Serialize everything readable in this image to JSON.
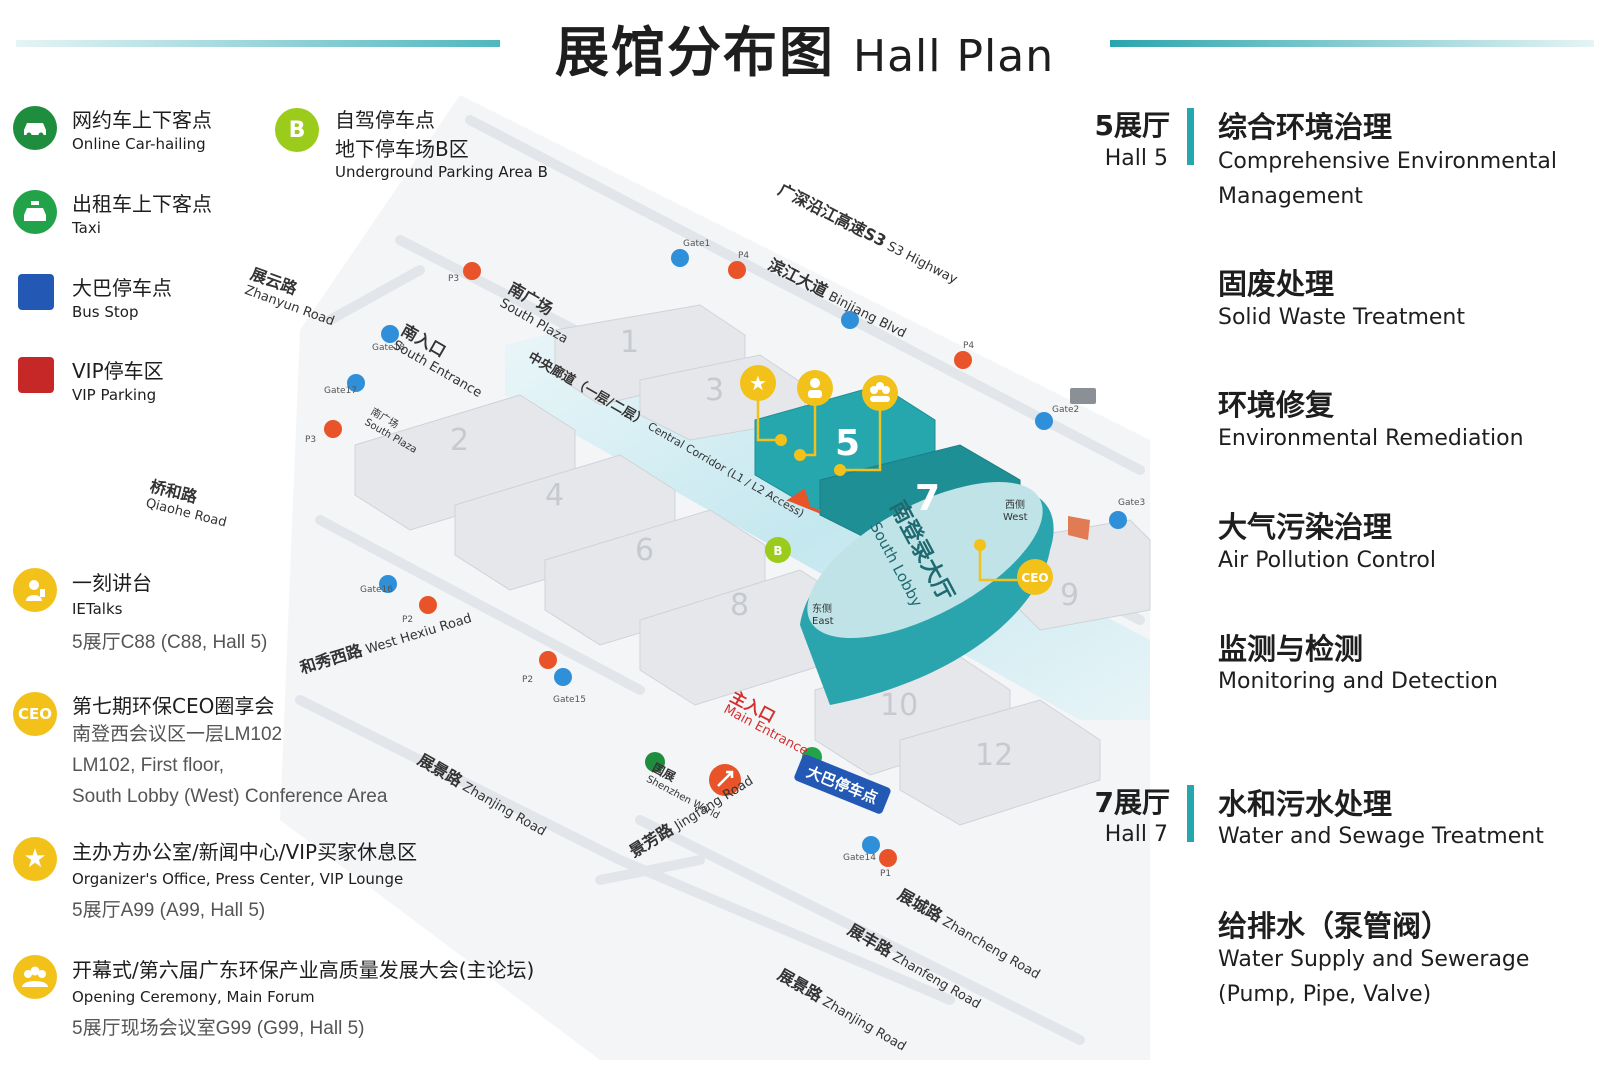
{
  "title": {
    "cn": "展馆分布图",
    "en": "Hall Plan"
  },
  "colors": {
    "teal": "#26a6ad",
    "dark_teal": "#1f8f96",
    "green": "#1e8e3e",
    "taxi_green": "#22a34a",
    "bus_blue": "#2458b5",
    "vip_red": "#c62828",
    "yellow": "#f2c21b",
    "lime": "#9bcc1b",
    "orange": "#e8532a"
  },
  "legend": [
    {
      "cn": "网约车上下客点",
      "en": "Online Car-hailing",
      "icon": "car-icon"
    },
    {
      "cn": "出租车上下客点",
      "en": "Taxi",
      "icon": "taxi-icon"
    },
    {
      "cn": "大巴停车点",
      "en": "Bus Stop",
      "icon": "bus-stop-square"
    },
    {
      "cn": "VIP停车区",
      "en": "VIP Parking",
      "icon": "vip-parking-square"
    }
  ],
  "parking_b": {
    "cn1": "自驾停车点",
    "cn2": "地下停车场B区",
    "en": "Underground Parking Area B",
    "glyph": "B"
  },
  "venues": [
    {
      "cn": "一刻讲台",
      "en": "IETalks",
      "loc": [
        "5展厅C88 (C88, Hall 5)"
      ],
      "icon": "speaker-icon"
    },
    {
      "cn": "第七期环保CEO圈享会",
      "en": "",
      "loc": [
        "南登西会议区一层LM102",
        "LM102, First floor,",
        "South Lobby (West) Conference Area"
      ],
      "icon": "ceo-icon",
      "glyph": "CEO"
    },
    {
      "cn": "主办方办公室/新闻中心/VIP买家休息区",
      "en": "Organizer's Office, Press Center, VIP Lounge",
      "loc": [
        "5展厅A99 (A99, Hall 5)"
      ],
      "icon": "star-icon"
    },
    {
      "cn": "开幕式/第六届广东环保产业高质量发展大会(主论坛)",
      "en": "Opening Ceremony, Main Forum",
      "loc": [
        "5展厅现场会议室G99 (G99, Hall 5)"
      ],
      "icon": "group-icon"
    }
  ],
  "halls": [
    {
      "cn": "5展厅",
      "en": "Hall 5"
    },
    {
      "cn": "7展厅",
      "en": "Hall 7"
    }
  ],
  "categories_hall5": [
    {
      "cn": "综合环境治理",
      "en": [
        "Comprehensive Environmental",
        "Management"
      ]
    },
    {
      "cn": "固废处理",
      "en": [
        "Solid Waste Treatment"
      ]
    },
    {
      "cn": "环境修复",
      "en": [
        "Environmental Remediation"
      ]
    },
    {
      "cn": "大气污染治理",
      "en": [
        "Air Pollution Control"
      ]
    },
    {
      "cn": "监测与检测",
      "en": [
        "Monitoring and Detection"
      ]
    }
  ],
  "categories_hall7": [
    {
      "cn": "水和污水处理",
      "en": [
        "Water and Sewage Treatment"
      ]
    },
    {
      "cn": "给排水（泵管阀）",
      "en": [
        "Water Supply and Sewerage",
        "(Pump, Pipe, Valve)"
      ]
    }
  ],
  "map": {
    "hall_numbers": [
      "1",
      "2",
      "3",
      "4",
      "5",
      "6",
      "7",
      "8",
      "9",
      "10",
      "12"
    ],
    "south_lobby": {
      "cn": "南登录大厅",
      "en": "South Lobby",
      "west_cn": "西侧",
      "west_en": "West",
      "east_cn": "东侧",
      "east_en": "East"
    },
    "roads": [
      {
        "cn": "广深沿江高速S3",
        "en": "S3 Highway"
      },
      {
        "cn": "滨江大道",
        "en": "Binjiang Blvd"
      },
      {
        "cn": "展云路",
        "en": "Zhanyun Road"
      },
      {
        "cn": "桥和路",
        "en": "Qiaohe Road"
      },
      {
        "cn": "和秀西路",
        "en": "West Hexiu Road"
      },
      {
        "cn": "展景路",
        "en": "Zhanjing Road"
      },
      {
        "cn": "景芳路",
        "en": "Jingfang Road"
      },
      {
        "cn": "展城路",
        "en": "Zhancheng Road"
      },
      {
        "cn": "展丰路",
        "en": "Zhanfeng Road"
      },
      {
        "cn": "展景路",
        "en": "Zhanjing Road"
      }
    ],
    "areas": [
      {
        "cn": "南广场",
        "en": "South Plaza"
      },
      {
        "cn": "南入口",
        "en": "South Entrance"
      },
      {
        "cn": "南广场",
        "en": "South Plaza"
      },
      {
        "cn": "中央廊道（一层/二层）",
        "en": "Central Corridor (L1 / L2 Access)"
      },
      {
        "cn": "主入口",
        "en": "Main Entrance"
      },
      {
        "cn": "国展",
        "en": "Shenzhen World"
      }
    ],
    "bus_stop_label": "大巴停车点",
    "gates": [
      "Gate1",
      "Gate2",
      "Gate3",
      "Gate14",
      "Gate15",
      "Gate16",
      "Gate17",
      "Gate18"
    ],
    "parking": [
      "P1",
      "P2",
      "P2",
      "P3",
      "P3",
      "P4",
      "P4"
    ],
    "ceo_glyph": "CEO",
    "b_glyph": "B"
  }
}
